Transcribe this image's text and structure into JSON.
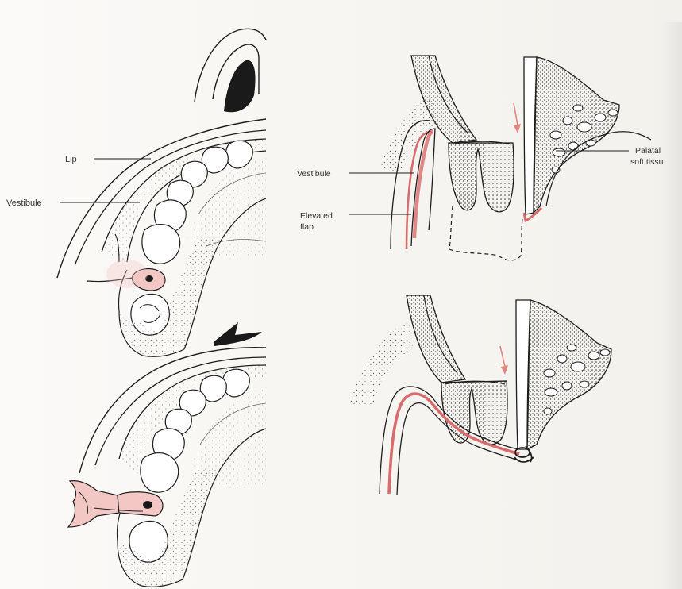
{
  "labels": {
    "lip": "Lip",
    "vestibule_left": "Vestibule",
    "vestibule_right": "Vestibule",
    "elevated_flap_line1": "Elevated",
    "elevated_flap_line2": "flap",
    "palatal_line1": "Palatal",
    "palatal_line2": "soft tissu"
  },
  "colors": {
    "ink": "#1e1e1e",
    "flap_red": "#d86b6b",
    "flap_fill": "#f2c7c4",
    "arrow_red": "#e0847c",
    "stipple": "#3a3a3a",
    "paper": "#f7f5f1"
  },
  "icons": {
    "pointer_arrow_top": "red-arrow-down",
    "pointer_arrow_bottom": "red-arrow-down"
  }
}
